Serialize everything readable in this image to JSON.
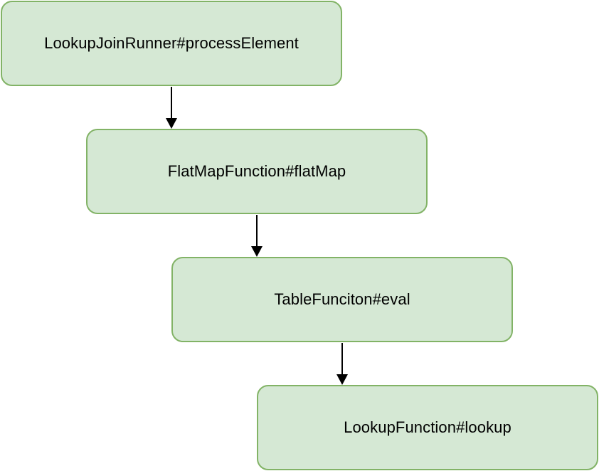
{
  "diagram": {
    "nodes": [
      {
        "id": "n1",
        "label": "LookupJoinRunner#processElement"
      },
      {
        "id": "n2",
        "label": "FlatMapFunction#flatMap"
      },
      {
        "id": "n3",
        "label": "TableFunciton#eval"
      },
      {
        "id": "n4",
        "label": "LookupFunction#lookup"
      }
    ],
    "edges": [
      {
        "from": "n1",
        "to": "n2"
      },
      {
        "from": "n2",
        "to": "n3"
      },
      {
        "from": "n3",
        "to": "n4"
      }
    ],
    "colors": {
      "node_fill": "#d5e8d4",
      "node_stroke": "#82b366",
      "edge": "#000000"
    }
  }
}
